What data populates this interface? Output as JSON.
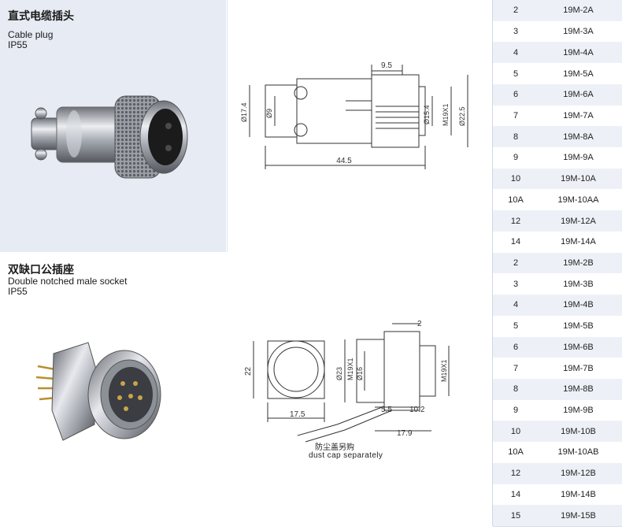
{
  "products": [
    {
      "title_cn": "直式电缆插头",
      "title_en": "Cable plug",
      "rating": "IP55",
      "dimensions": {
        "d1": "Ø17.4",
        "d2": "Ø9",
        "d3": "Ø15.4",
        "d4": "M19X1",
        "d5": "Ø22.5",
        "len": "44.5",
        "top": "9.5"
      }
    },
    {
      "title_cn": "双缺口公插座",
      "title_en": "Double notched male socket",
      "rating": "IP55",
      "dimensions": {
        "h": "22",
        "w": "17.5",
        "d23": "Ø23",
        "d16": "Ø16",
        "m1": "M19X1",
        "m2": "M19X1",
        "t": "2",
        "a": "5.5",
        "b": "10.2",
        "c": "17.9"
      },
      "dust_cn": "防尘盖另购",
      "dust_en": "dust cap separately"
    }
  ],
  "table_rows": [
    {
      "pins": "2",
      "model": "19M-2A"
    },
    {
      "pins": "3",
      "model": "19M-3A"
    },
    {
      "pins": "4",
      "model": "19M-4A"
    },
    {
      "pins": "5",
      "model": "19M-5A"
    },
    {
      "pins": "6",
      "model": "19M-6A"
    },
    {
      "pins": "7",
      "model": "19M-7A"
    },
    {
      "pins": "8",
      "model": "19M-8A"
    },
    {
      "pins": "9",
      "model": "19M-9A"
    },
    {
      "pins": "10",
      "model": "19M-10A"
    },
    {
      "pins": "10A",
      "model": "19M-10AA"
    },
    {
      "pins": "12",
      "model": "19M-12A"
    },
    {
      "pins": "14",
      "model": "19M-14A"
    },
    {
      "pins": "2",
      "model": "19M-2B"
    },
    {
      "pins": "3",
      "model": "19M-3B"
    },
    {
      "pins": "4",
      "model": "19M-4B"
    },
    {
      "pins": "5",
      "model": "19M-5B"
    },
    {
      "pins": "6",
      "model": "19M-6B"
    },
    {
      "pins": "7",
      "model": "19M-7B"
    },
    {
      "pins": "8",
      "model": "19M-8B"
    },
    {
      "pins": "9",
      "model": "19M-9B"
    },
    {
      "pins": "10",
      "model": "19M-10B"
    },
    {
      "pins": "10A",
      "model": "19M-10AB"
    },
    {
      "pins": "12",
      "model": "19M-12B"
    },
    {
      "pins": "14",
      "model": "19M-14B"
    },
    {
      "pins": "15",
      "model": "19M-15B"
    }
  ],
  "colors": {
    "panel": "#e6ebf4",
    "row_alt": "#edf1f7",
    "line": "#333333",
    "metal": "#b9bcc2"
  }
}
